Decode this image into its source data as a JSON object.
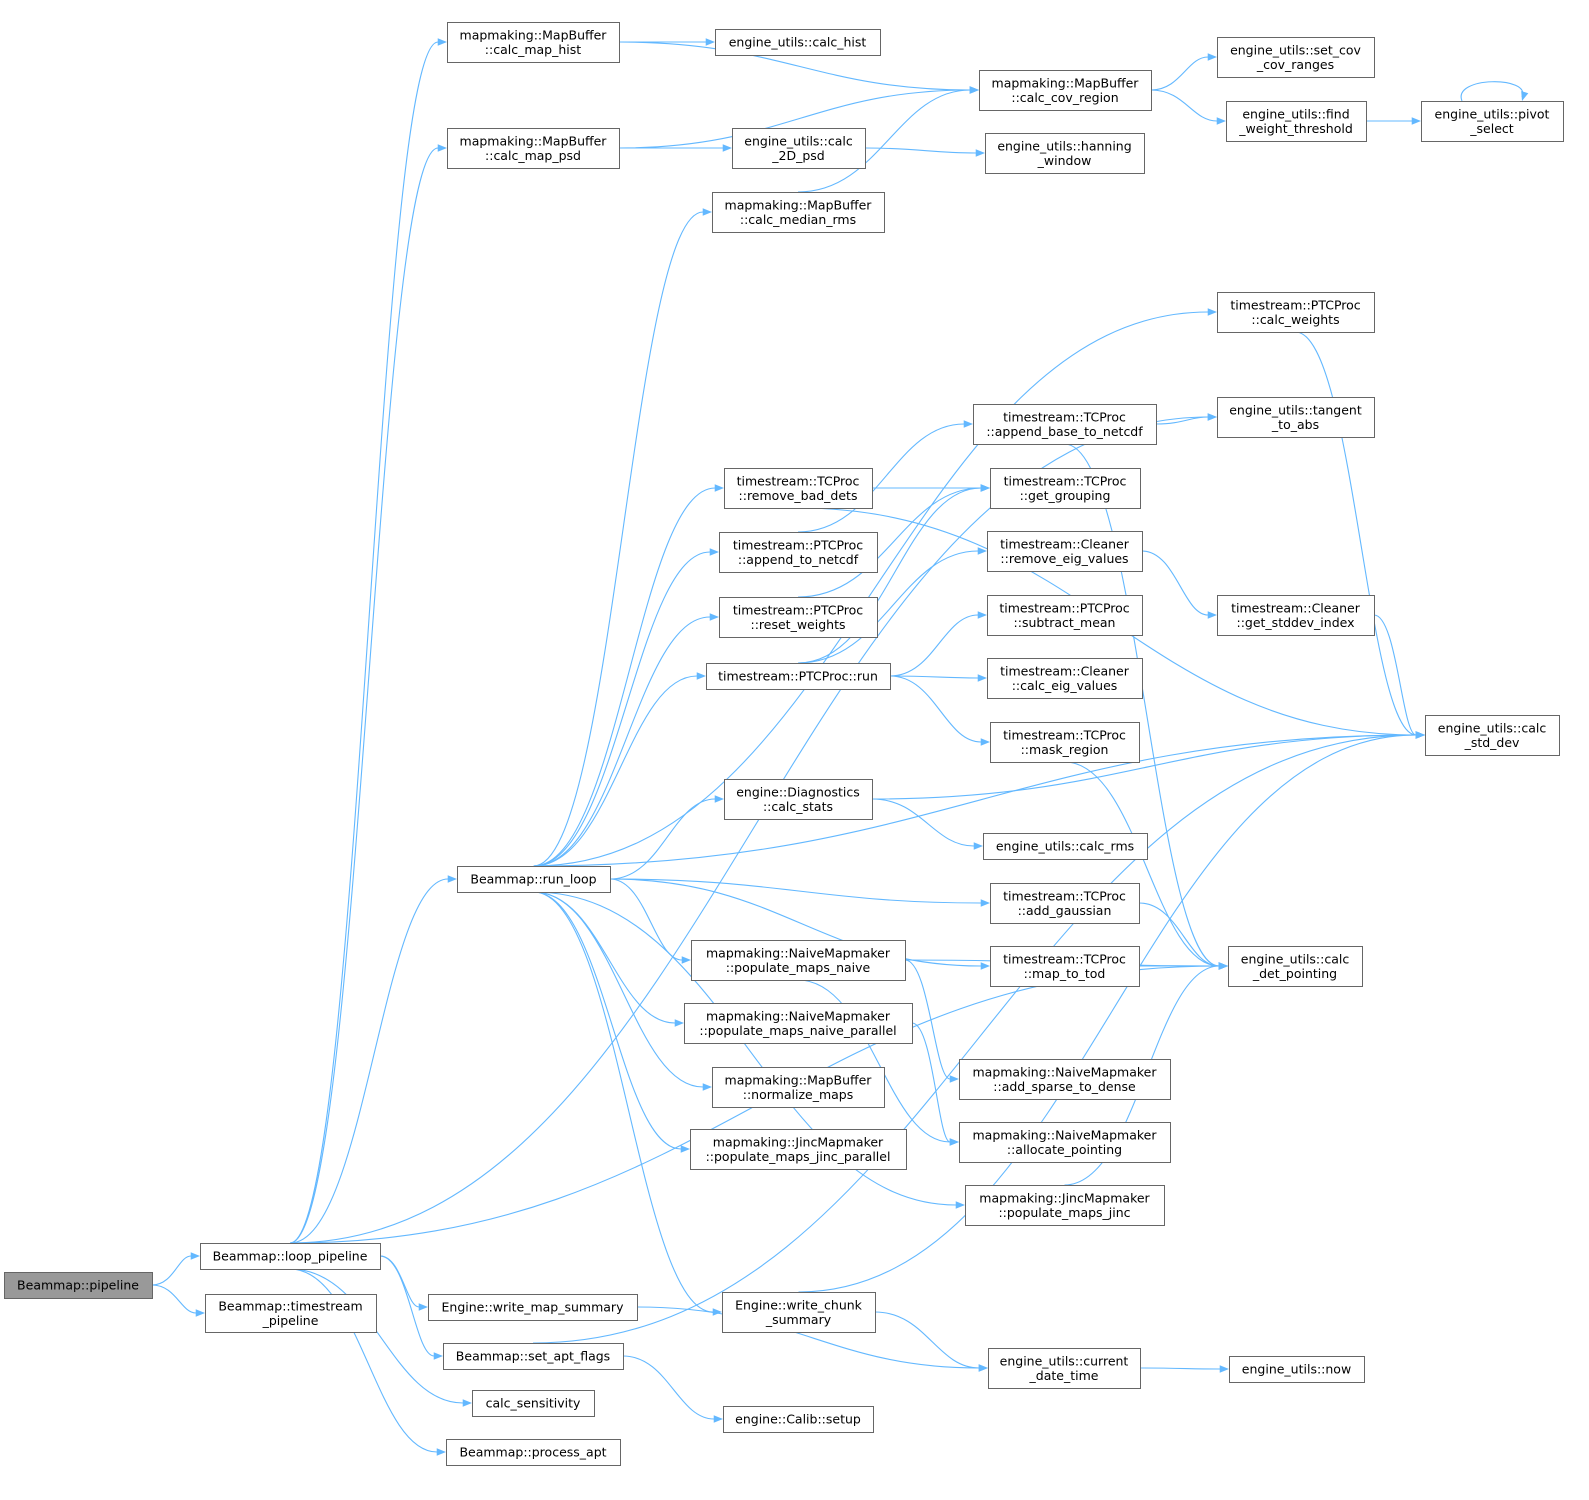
{
  "graph": {
    "edge_color": "#63b8ff",
    "root_fill": "#999999",
    "nodes": [
      {
        "id": "n0",
        "lines": [
          "Beammap::pipeline"
        ],
        "root": true
      },
      {
        "id": "n1",
        "lines": [
          "Beammap::loop_pipeline"
        ]
      },
      {
        "id": "n2",
        "lines": [
          "Beammap::timestream",
          "_pipeline"
        ]
      },
      {
        "id": "n3",
        "lines": [
          "mapmaking::MapBuffer",
          "::calc_map_hist"
        ]
      },
      {
        "id": "n4",
        "lines": [
          "engine_utils::calc_hist"
        ]
      },
      {
        "id": "n5",
        "lines": [
          "mapmaking::MapBuffer",
          "::calc_map_psd"
        ]
      },
      {
        "id": "n6",
        "lines": [
          "engine_utils::calc",
          "_2D_psd"
        ]
      },
      {
        "id": "n7",
        "lines": [
          "mapmaking::MapBuffer",
          "::calc_cov_region"
        ]
      },
      {
        "id": "n8",
        "lines": [
          "engine_utils::set_cov",
          "_cov_ranges"
        ]
      },
      {
        "id": "n9",
        "lines": [
          "engine_utils::find",
          "_weight_threshold"
        ]
      },
      {
        "id": "n10",
        "lines": [
          "engine_utils::pivot",
          "_select"
        ]
      },
      {
        "id": "n11",
        "lines": [
          "engine_utils::hanning",
          "_window"
        ]
      },
      {
        "id": "n12",
        "lines": [
          "mapmaking::MapBuffer",
          "::calc_median_rms"
        ]
      },
      {
        "id": "n13",
        "lines": [
          "timestream::PTCProc",
          "::calc_weights"
        ]
      },
      {
        "id": "n14",
        "lines": [
          "engine_utils::tangent",
          "_to_abs"
        ]
      },
      {
        "id": "n15",
        "lines": [
          "timestream::TCProc",
          "::append_base_to_netcdf"
        ]
      },
      {
        "id": "n16",
        "lines": [
          "timestream::TCProc",
          "::remove_bad_dets"
        ]
      },
      {
        "id": "n17",
        "lines": [
          "timestream::TCProc",
          "::get_grouping"
        ]
      },
      {
        "id": "n18",
        "lines": [
          "timestream::PTCProc",
          "::append_to_netcdf"
        ]
      },
      {
        "id": "n19",
        "lines": [
          "timestream::Cleaner",
          "::remove_eig_values"
        ]
      },
      {
        "id": "n20",
        "lines": [
          "timestream::PTCProc",
          "::reset_weights"
        ]
      },
      {
        "id": "n21",
        "lines": [
          "timestream::PTCProc",
          "::subtract_mean"
        ]
      },
      {
        "id": "n22",
        "lines": [
          "timestream::Cleaner",
          "::get_stddev_index"
        ]
      },
      {
        "id": "n23",
        "lines": [
          "timestream::PTCProc::run"
        ]
      },
      {
        "id": "n24",
        "lines": [
          "timestream::Cleaner",
          "::calc_eig_values"
        ]
      },
      {
        "id": "n25",
        "lines": [
          "timestream::TCProc",
          "::mask_region"
        ]
      },
      {
        "id": "n26",
        "lines": [
          "engine_utils::calc",
          "_std_dev"
        ]
      },
      {
        "id": "n27",
        "lines": [
          "engine::Diagnostics",
          "::calc_stats"
        ]
      },
      {
        "id": "n28",
        "lines": [
          "engine_utils::calc_rms"
        ]
      },
      {
        "id": "n29",
        "lines": [
          "Beammap::run_loop"
        ]
      },
      {
        "id": "n30",
        "lines": [
          "timestream::TCProc",
          "::add_gaussian"
        ]
      },
      {
        "id": "n31",
        "lines": [
          "mapmaking::NaiveMapmaker",
          "::populate_maps_naive"
        ]
      },
      {
        "id": "n32",
        "lines": [
          "timestream::TCProc",
          "::map_to_tod"
        ]
      },
      {
        "id": "n33",
        "lines": [
          "engine_utils::calc",
          "_det_pointing"
        ]
      },
      {
        "id": "n34",
        "lines": [
          "mapmaking::NaiveMapmaker",
          "::populate_maps_naive_parallel"
        ]
      },
      {
        "id": "n35",
        "lines": [
          "mapmaking::NaiveMapmaker",
          "::add_sparse_to_dense"
        ]
      },
      {
        "id": "n36",
        "lines": [
          "mapmaking::MapBuffer",
          "::normalize_maps"
        ]
      },
      {
        "id": "n37",
        "lines": [
          "mapmaking::NaiveMapmaker",
          "::allocate_pointing"
        ]
      },
      {
        "id": "n38",
        "lines": [
          "mapmaking::JincMapmaker",
          "::populate_maps_jinc_parallel"
        ]
      },
      {
        "id": "n39",
        "lines": [
          "mapmaking::JincMapmaker",
          "::populate_maps_jinc"
        ]
      },
      {
        "id": "n40",
        "lines": [
          "Engine::write_map_summary"
        ]
      },
      {
        "id": "n41",
        "lines": [
          "Engine::write_chunk",
          "_summary"
        ]
      },
      {
        "id": "n42",
        "lines": [
          "Beammap::set_apt_flags"
        ]
      },
      {
        "id": "n43",
        "lines": [
          "engine_utils::current",
          "_date_time"
        ]
      },
      {
        "id": "n44",
        "lines": [
          "engine_utils::now"
        ]
      },
      {
        "id": "n45",
        "lines": [
          "calc_sensitivity"
        ]
      },
      {
        "id": "n46",
        "lines": [
          "engine::Calib::setup"
        ]
      },
      {
        "id": "n47",
        "lines": [
          "Beammap::process_apt"
        ]
      }
    ],
    "edges": [
      [
        "n0",
        "n1"
      ],
      [
        "n0",
        "n2"
      ],
      [
        "n1",
        "n3"
      ],
      [
        "n1",
        "n5"
      ],
      [
        "n1",
        "n14"
      ],
      [
        "n1",
        "n29"
      ],
      [
        "n1",
        "n33"
      ],
      [
        "n1",
        "n40"
      ],
      [
        "n1",
        "n42"
      ],
      [
        "n1",
        "n45"
      ],
      [
        "n1",
        "n47"
      ],
      [
        "n3",
        "n4"
      ],
      [
        "n3",
        "n7"
      ],
      [
        "n5",
        "n7"
      ],
      [
        "n5",
        "n6"
      ],
      [
        "n6",
        "n11"
      ],
      [
        "n7",
        "n8"
      ],
      [
        "n7",
        "n9"
      ],
      [
        "n9",
        "n10"
      ],
      [
        "n10",
        "n10"
      ],
      [
        "n12",
        "n7"
      ],
      [
        "n29",
        "n12"
      ],
      [
        "n29",
        "n13"
      ],
      [
        "n29",
        "n26"
      ],
      [
        "n29",
        "n16"
      ],
      [
        "n29",
        "n18"
      ],
      [
        "n29",
        "n20"
      ],
      [
        "n29",
        "n23"
      ],
      [
        "n29",
        "n27"
      ],
      [
        "n29",
        "n31"
      ],
      [
        "n29",
        "n34"
      ],
      [
        "n29",
        "n36"
      ],
      [
        "n29",
        "n38"
      ],
      [
        "n29",
        "n39"
      ],
      [
        "n29",
        "n41"
      ],
      [
        "n29",
        "n30"
      ],
      [
        "n29",
        "n32"
      ],
      [
        "n13",
        "n26"
      ],
      [
        "n16",
        "n17"
      ],
      [
        "n16",
        "n26"
      ],
      [
        "n15",
        "n14"
      ],
      [
        "n15",
        "n33"
      ],
      [
        "n18",
        "n15"
      ],
      [
        "n20",
        "n17"
      ],
      [
        "n23",
        "n17"
      ],
      [
        "n23",
        "n19"
      ],
      [
        "n23",
        "n21"
      ],
      [
        "n23",
        "n24"
      ],
      [
        "n23",
        "n25"
      ],
      [
        "n19",
        "n22"
      ],
      [
        "n22",
        "n26"
      ],
      [
        "n25",
        "n33"
      ],
      [
        "n27",
        "n26"
      ],
      [
        "n27",
        "n28"
      ],
      [
        "n30",
        "n33"
      ],
      [
        "n32",
        "n33"
      ],
      [
        "n31",
        "n33"
      ],
      [
        "n31",
        "n35"
      ],
      [
        "n31",
        "n37"
      ],
      [
        "n34",
        "n37"
      ],
      [
        "n39",
        "n33"
      ],
      [
        "n40",
        "n43"
      ],
      [
        "n41",
        "n43"
      ],
      [
        "n41",
        "n26"
      ],
      [
        "n42",
        "n46"
      ],
      [
        "n42",
        "n26"
      ],
      [
        "n43",
        "n44"
      ]
    ]
  }
}
